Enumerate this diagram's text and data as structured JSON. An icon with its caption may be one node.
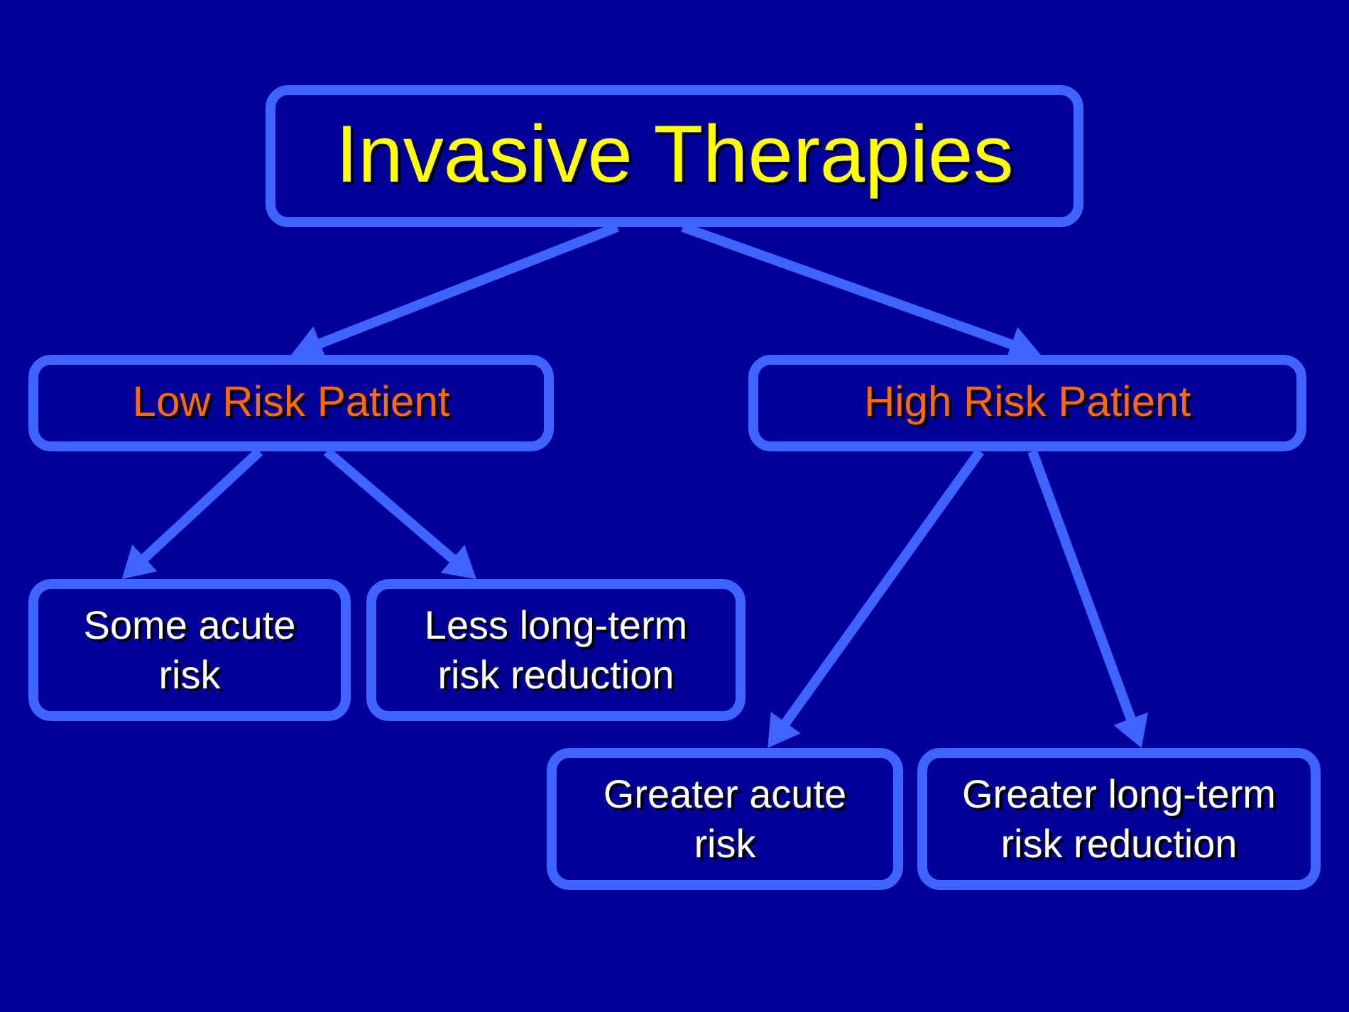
{
  "diagram": {
    "nodes": [
      {
        "text": [
          "Invasive Therapies"
        ]
      },
      {
        "text": [
          "Low Risk Patient"
        ]
      },
      {
        "text": [
          "High Risk Patient"
        ]
      },
      {
        "text": [
          "Some acute risk"
        ]
      },
      {
        "text": [
          "Less long-term risk reduction"
        ]
      },
      {
        "text": [
          "Greater acute risk"
        ]
      },
      {
        "text": [
          "Greater long-term risk reduction"
        ]
      }
    ],
    "edges": [
      {
        "from": 0,
        "to": 1,
        "arrow": "to"
      },
      {
        "from": 0,
        "to": 2,
        "arrow": "to"
      },
      {
        "from": 1,
        "to": 3,
        "arrow": "to"
      },
      {
        "from": 1,
        "to": 4,
        "arrow": "to"
      },
      {
        "from": 2,
        "to": 5,
        "arrow": "to"
      },
      {
        "from": 2,
        "to": 6,
        "arrow": "to"
      }
    ]
  }
}
